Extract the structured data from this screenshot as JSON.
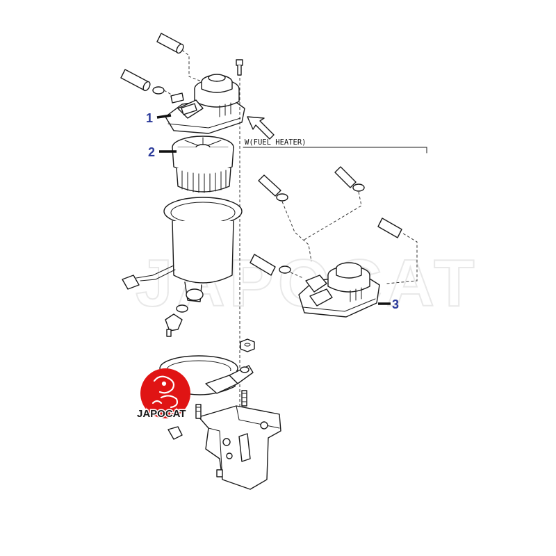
{
  "diagram": {
    "callouts": [
      {
        "id": "1",
        "label": "1"
      },
      {
        "id": "2",
        "label": "2"
      },
      {
        "id": "3",
        "label": "3"
      }
    ],
    "variant_note": "W(FUEL HEATER)",
    "watermark_text": "JAPOCAT",
    "logo_text": "JAPOCAT",
    "colors": {
      "callout": "#2b3a9a",
      "line": "#1a1a1a",
      "logo_red": "#e01414"
    }
  }
}
